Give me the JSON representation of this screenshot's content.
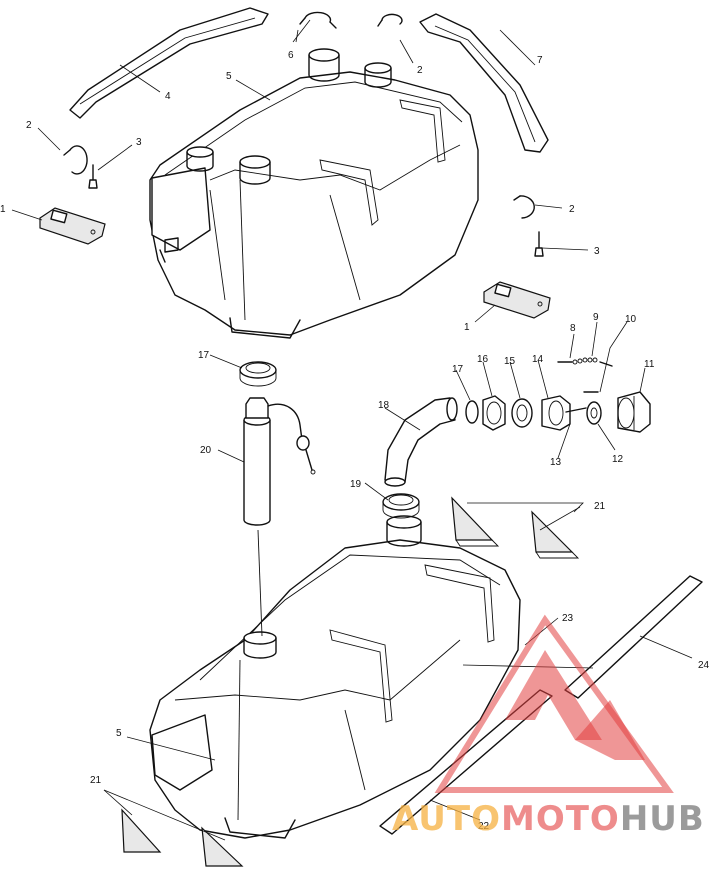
{
  "callouts": {
    "c1a": "1",
    "c1b": "1",
    "c2a": "2",
    "c2b": "2",
    "c2c": "2",
    "c3a": "3",
    "c3b": "3",
    "c4": "4",
    "c5a": "5",
    "c5b": "5",
    "c6": "6",
    "c7": "7",
    "c8": "8",
    "c9": "9",
    "c10": "10",
    "c11": "11",
    "c12": "12",
    "c13": "13",
    "c14": "14",
    "c15": "15",
    "c16": "16",
    "c17a": "17",
    "c17b": "17",
    "c18": "18",
    "c19": "19",
    "c20": "20",
    "c21a": "21",
    "c21b": "21",
    "c22": "22",
    "c23": "23",
    "c24": "24"
  },
  "watermark": {
    "brand_part1": "AUTO",
    "brand_part2": "MOTO",
    "brand_part3": "HUB",
    "color_orange": "#f5b040",
    "color_red": "#e24040",
    "color_gray": "#8a8a8a"
  }
}
